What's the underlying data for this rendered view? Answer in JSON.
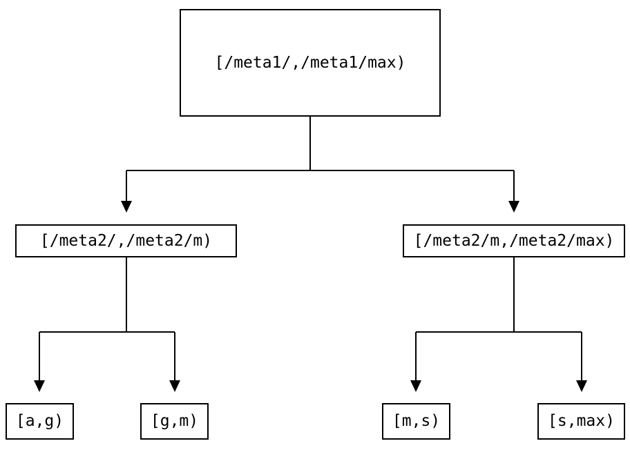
{
  "diagram": {
    "background_color": "#ffffff",
    "line_color": "#000000",
    "text_color": "#000000",
    "icons": {
      "arrowhead": "filled-triangle-down"
    },
    "nodes": {
      "root": {
        "label": "[/meta1/,/meta1/max)"
      },
      "meta2_low": {
        "label": "[/meta2/,/meta2/m)"
      },
      "meta2_high": {
        "label": "[/meta2/m,/meta2/max)"
      },
      "leaf_ag": {
        "label": "[a,g)"
      },
      "leaf_gm": {
        "label": "[g,m)"
      },
      "leaf_ms": {
        "label": "[m,s)"
      },
      "leaf_smax": {
        "label": "[s,max)"
      }
    }
  }
}
